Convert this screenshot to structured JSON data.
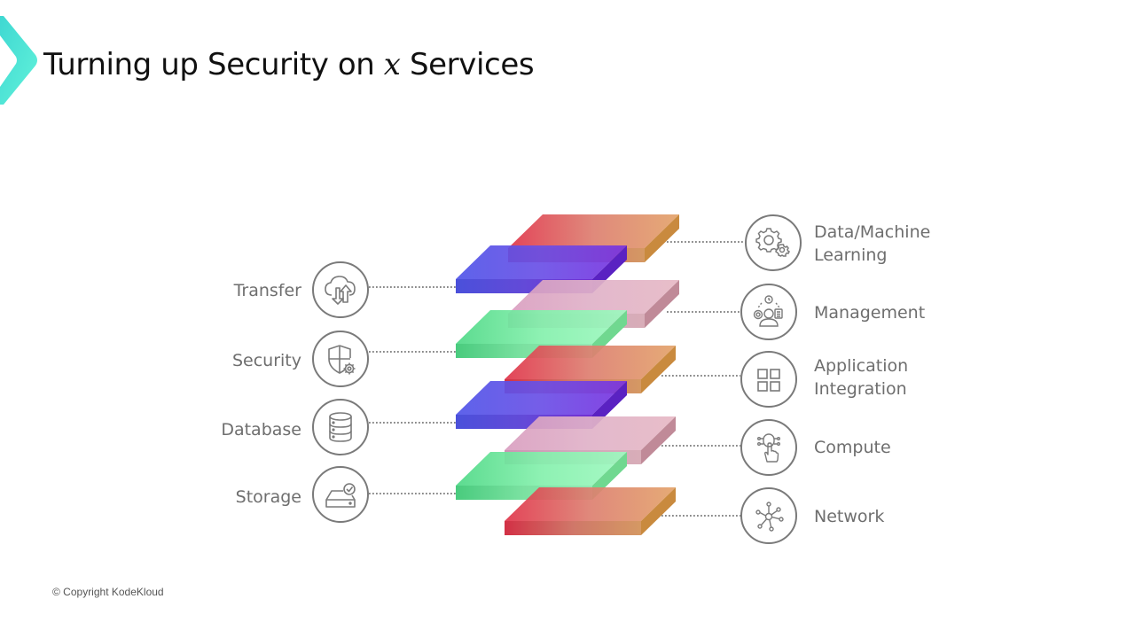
{
  "slide": {
    "title_prefix": "Turning up Security on ",
    "title_variable": "x",
    "title_suffix": " Services",
    "copyright": "© Copyright KodeKloud",
    "logo_colors": [
      "#3fd8d2",
      "#62f2da"
    ]
  },
  "layers": [
    {
      "name": "orange-1",
      "colors": [
        "#e0344a",
        "#dd7f70",
        "#e3a36a"
      ],
      "side": "#c98a3e"
    },
    {
      "name": "blue-1",
      "colors": [
        "#4f55e8",
        "#6a4fe6",
        "#7a32e0"
      ],
      "side": "#5a22c2"
    },
    {
      "name": "pink-1",
      "colors": [
        "#d99ec0",
        "#e0b2c8",
        "#e6b8c4"
      ],
      "side": "#c08a98"
    },
    {
      "name": "green-1",
      "colors": [
        "#4ed886",
        "#84f0ac",
        "#9ff8c0"
      ],
      "side": "#70d890"
    },
    {
      "name": "orange-2",
      "colors": [
        "#e0344a",
        "#dd7f70",
        "#e3a36a"
      ],
      "side": "#c98a3e"
    },
    {
      "name": "blue-2",
      "colors": [
        "#4f55e8",
        "#6a4fe6",
        "#7a32e0"
      ],
      "side": "#5a22c2"
    },
    {
      "name": "pink-2",
      "colors": [
        "#d99ec0",
        "#e0b2c8",
        "#e6b8c4"
      ],
      "side": "#c08a98"
    },
    {
      "name": "green-2",
      "colors": [
        "#4ed886",
        "#84f0ac",
        "#9ff8c0"
      ],
      "side": "#70d890"
    },
    {
      "name": "orange-3",
      "colors": [
        "#e0344a",
        "#dd7f70",
        "#e3a36a"
      ],
      "side": "#c98a3e"
    }
  ],
  "left_services": [
    {
      "label": "Transfer",
      "icon": "cloud-transfer-icon"
    },
    {
      "label": "Security",
      "icon": "shield-gear-icon"
    },
    {
      "label": "Database",
      "icon": "database-icon"
    },
    {
      "label": "Storage",
      "icon": "storage-drive-icon"
    }
  ],
  "right_services": [
    {
      "label_line1": "Data/Machine",
      "label_line2": "Learning",
      "icon": "gears-icon"
    },
    {
      "label_line1": "Management",
      "label_line2": "",
      "icon": "management-icon"
    },
    {
      "label_line1": "Application",
      "label_line2": "Integration",
      "icon": "grid-icon"
    },
    {
      "label_line1": "Compute",
      "label_line2": "",
      "icon": "touch-compute-icon"
    },
    {
      "label_line1": "Network",
      "label_line2": "",
      "icon": "network-icon"
    }
  ],
  "colors": {
    "label_text": "#6e6e6e",
    "icon_stroke": "#7a7a7a",
    "connector": "#7a7a7a"
  }
}
